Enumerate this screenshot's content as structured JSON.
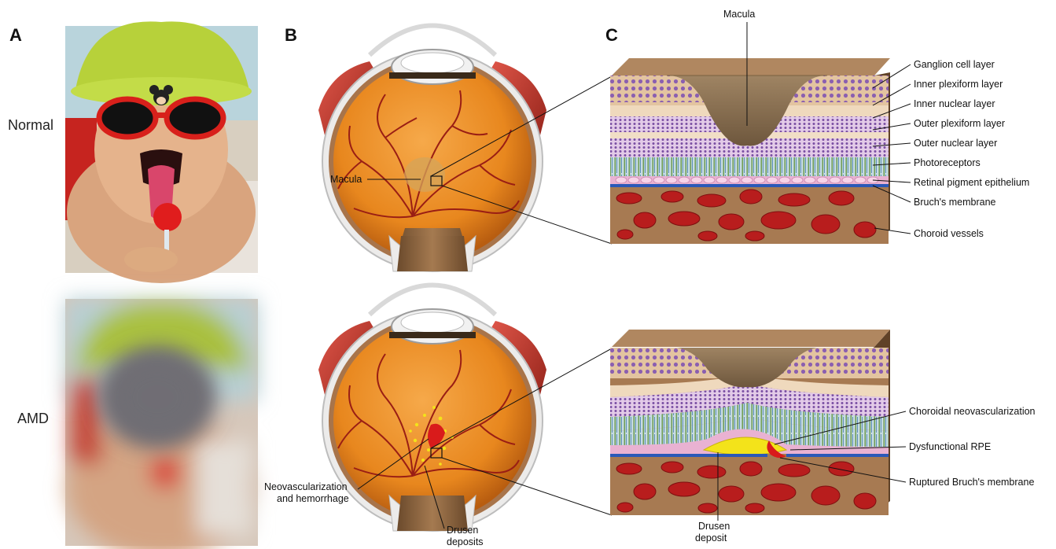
{
  "panels": {
    "a": "A",
    "b": "B",
    "c": "C"
  },
  "rows": {
    "normal": "Normal",
    "amd": "AMD"
  },
  "panel_b": {
    "macula": "Macula",
    "neovascularization_line1": "Neovascularization",
    "neovascularization_line2": "and hemorrhage",
    "drusen_line1": "Drusen",
    "drusen_line2": "deposits"
  },
  "panel_c": {
    "macula": "Macula",
    "layers": [
      "Ganglion cell layer",
      "Inner plexiform layer",
      "Inner nuclear layer",
      "Outer plexiform layer",
      "Outer nuclear layer",
      "Photoreceptors",
      "Retinal pigment epithelium",
      "Bruch's membrane",
      "Choroid vessels"
    ],
    "amd_labels": [
      "Choroidal neovascularization",
      "Dysfunctional RPE",
      "Ruptured Bruch's membrane"
    ],
    "drusen_line1": "Drusen",
    "drusen_line2": "deposit"
  },
  "colors": {
    "eyeball_orange": "#e8871e",
    "muscle_red": "#c0392b",
    "vessel_red": "#b81d1d",
    "tissue_tan": "#e3c4a0",
    "choroid_brown": "#a77a52",
    "nuclear_purple": "#8b5fb0",
    "drusen_yellow": "#f3e31a",
    "rpe_pink": "#e9b2d2",
    "bruch_blue": "#2b59b8"
  }
}
